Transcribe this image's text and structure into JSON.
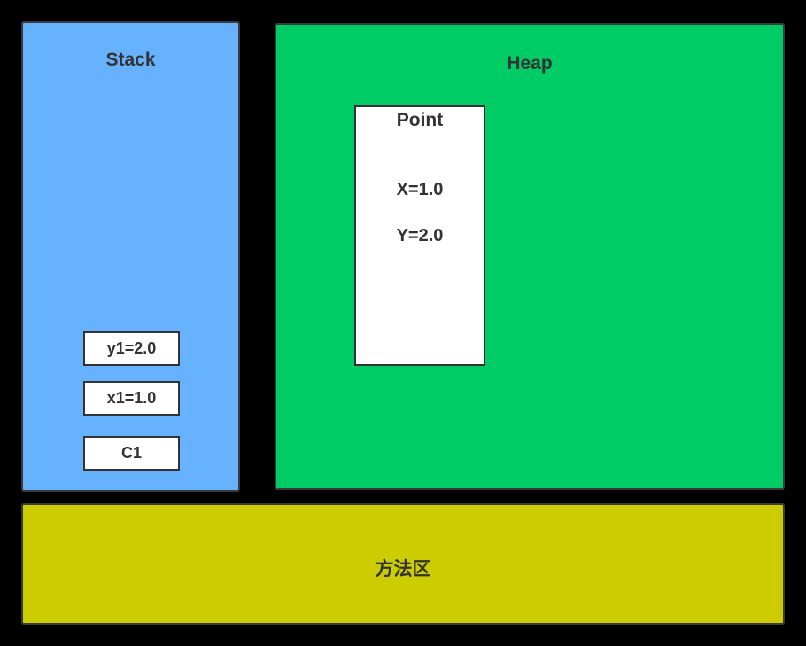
{
  "colors": {
    "background": "#000000",
    "stack": "#66b2ff",
    "heap": "#00cc66",
    "method_area": "#cccc00",
    "box_fill": "#ffffff",
    "text": "#333333"
  },
  "stack": {
    "title": "Stack",
    "slots": [
      "y1=2.0",
      "x1=1.0",
      "C1"
    ]
  },
  "heap": {
    "title": "Heap",
    "object": {
      "title": "Point",
      "fields": [
        "X=1.0",
        "Y=2.0"
      ]
    }
  },
  "method_area": {
    "title": "方法区"
  }
}
